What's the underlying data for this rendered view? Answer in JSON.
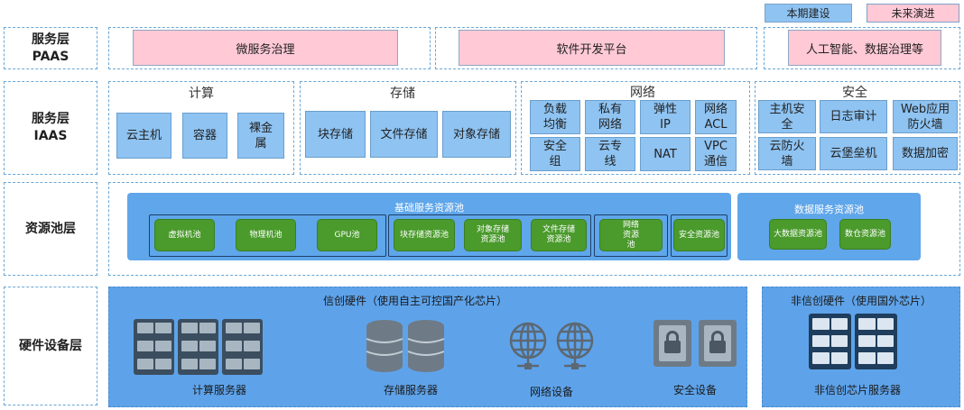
{
  "legend": {
    "current": "本期建设",
    "future": "未来演进",
    "current_color": "#8ec3f2",
    "future_color": "#ffc9d6"
  },
  "paas": {
    "label_line1": "服务层",
    "label_line2": "PAAS",
    "items": [
      "微服务治理",
      "软件开发平台",
      "人工智能、数据治理等"
    ]
  },
  "iaas": {
    "label_line1": "服务层",
    "label_line2": "IAAS",
    "compute": {
      "title": "计算",
      "items": [
        "云主机",
        "容器",
        "裸金属"
      ]
    },
    "storage": {
      "title": "存储",
      "items": [
        "块存储",
        "文件存储",
        "对象存储"
      ]
    },
    "network": {
      "title": "网络",
      "items": [
        "负载均衡",
        "私有网络",
        "弹性IP",
        "网络ACL",
        "安全组",
        "云专线",
        "NAT",
        "VPC通信"
      ]
    },
    "security": {
      "title": "安全",
      "items": [
        "主机安全",
        "日志审计",
        "Web应用防火墙",
        "云防火墙",
        "云堡垒机",
        "数据加密"
      ]
    }
  },
  "pool": {
    "label": "资源池层",
    "basic": {
      "title": "基础服务资源池",
      "items": [
        "虚拟机池",
        "物理机池",
        "GPU池",
        "块存储资源池",
        "对象存储资源池",
        "文件存储资源池",
        "网络资源池",
        "安全资源池"
      ]
    },
    "data": {
      "title": "数据服务资源池",
      "items": [
        "大数据资源池",
        "数仓资源池"
      ]
    }
  },
  "hardware": {
    "label": "硬件设备层",
    "xinchuang": {
      "title": "信创硬件（使用自主可控国产化芯片）",
      "items": [
        "计算服务器",
        "存储服务器",
        "网络设备",
        "安全设备"
      ]
    },
    "non": {
      "title": "非信创硬件（使用国外芯片）",
      "items": [
        "非信创芯片服务器"
      ]
    }
  }
}
